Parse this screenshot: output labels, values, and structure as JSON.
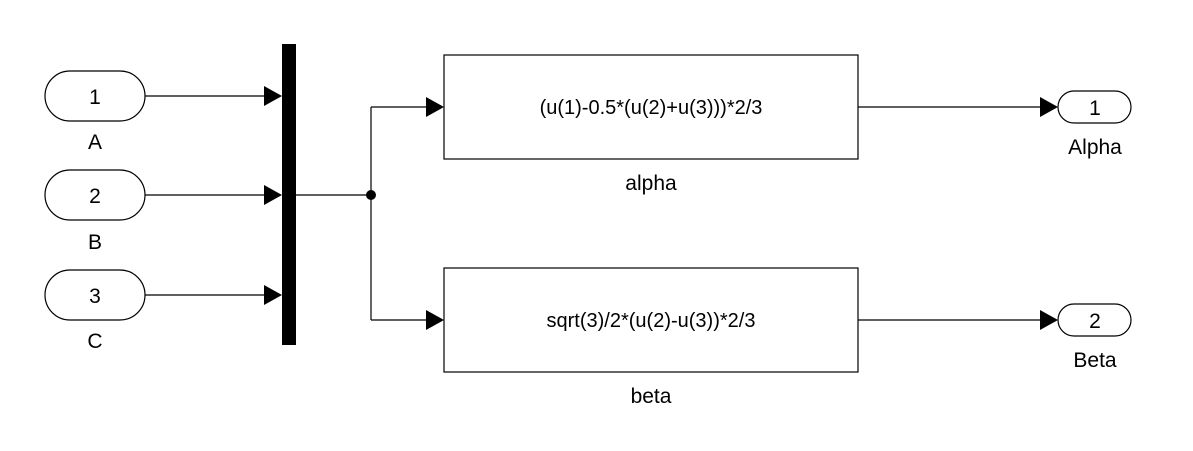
{
  "inports": [
    {
      "number": "1",
      "label": "A"
    },
    {
      "number": "2",
      "label": "B"
    },
    {
      "number": "3",
      "label": "C"
    }
  ],
  "fcn_blocks": [
    {
      "expression": "(u(1)-0.5*(u(2)+u(3)))*2/3",
      "name": "alpha"
    },
    {
      "expression": "sqrt(3)/2*(u(2)-u(3))*2/3",
      "name": "beta"
    }
  ],
  "outports": [
    {
      "number": "1",
      "label": "Alpha"
    },
    {
      "number": "2",
      "label": "Beta"
    }
  ],
  "colors": {
    "line": "#000000",
    "block_fill": "#ffffff",
    "background": "#ffffff"
  }
}
